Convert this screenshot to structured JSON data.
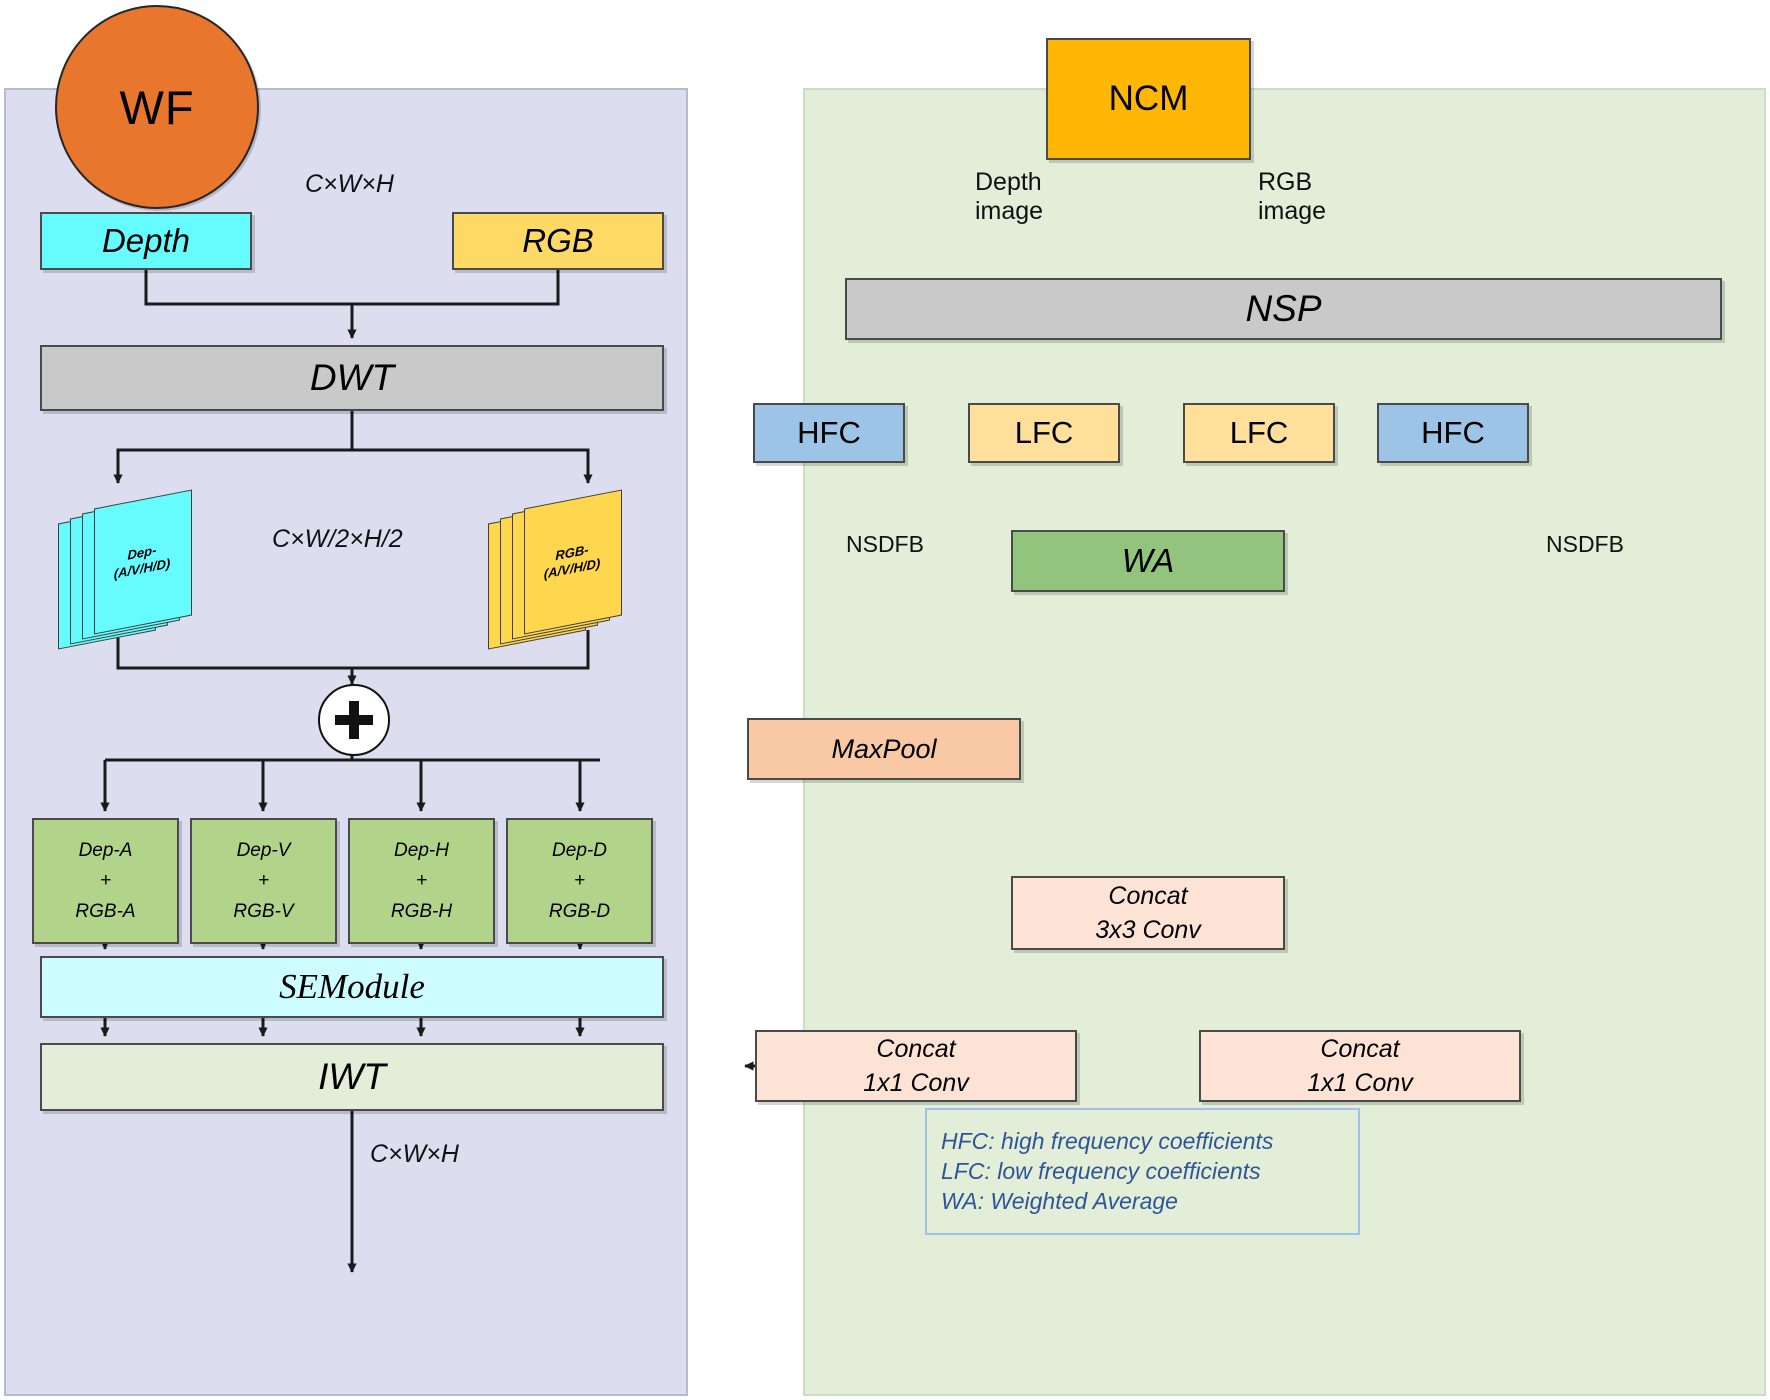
{
  "diagram": {
    "title": "WF and NCM module architecture",
    "colors": {
      "wf_panel_bg": "#dcdef0",
      "ncm_panel_bg": "#e2eed8",
      "wf_badge": "#e8762c",
      "ncm_badge": "#ffb703",
      "depth": "#66fcff",
      "rgb": "#ffd966",
      "transform": "#c9c9c9",
      "fusion_green": "#b2d48a",
      "semodule": "#ccfcff",
      "iwt": "#e2eed8",
      "hfc": "#9dc3e6",
      "lfc": "#ffe09a",
      "wa": "#93c47d",
      "maxpool": "#f8c9a4",
      "concat": "#fce3d5",
      "legend_text": "#2f5597",
      "stroke": "#222222"
    }
  },
  "wf_panel": {
    "badge_label": "WF",
    "input_dims_label": "C×W×H",
    "depth_label": "Depth",
    "rgb_label": "RGB",
    "dwt_label": "DWT",
    "half_dims_label": "C×W/2×H/2",
    "stack_depth": {
      "line1": "Dep-",
      "line2": "(A/V/H/D)"
    },
    "stack_rgb": {
      "line1": "RGB-",
      "line2": "(A/V/H/D)"
    },
    "sum_symbol": "+",
    "fusion_cells": [
      {
        "top": "Dep-A",
        "mid": "+",
        "bot": "RGB-A"
      },
      {
        "top": "Dep-V",
        "mid": "+",
        "bot": "RGB-V"
      },
      {
        "top": "Dep-H",
        "mid": "+",
        "bot": "RGB-H"
      },
      {
        "top": "Dep-D",
        "mid": "+",
        "bot": "RGB-D"
      }
    ],
    "semodule_label": "SEModule",
    "iwt_label": "IWT",
    "output_dims_label": "C×W×H"
  },
  "ncm_panel": {
    "badge_label": "NCM",
    "depth_input_label": "Depth\nimage",
    "rgb_input_label": "RGB\nimage",
    "nsp_label": "NSP",
    "coeff_boxes": [
      {
        "label": "HFC",
        "kind": "high",
        "side": "left"
      },
      {
        "label": "LFC",
        "kind": "low",
        "side": "left"
      },
      {
        "label": "LFC",
        "kind": "low",
        "side": "right"
      },
      {
        "label": "HFC",
        "kind": "high",
        "side": "right"
      }
    ],
    "nsdfb_left_label": "NSDFB",
    "nsdfb_right_label": "NSDFB",
    "wa_label": "WA",
    "maxpool_label": "MaxPool",
    "concat_3x3": {
      "line1": "Concat",
      "line2": "3x3 Conv"
    },
    "concat_1x1_left": {
      "line1": "Concat",
      "line2": "1x1 Conv"
    },
    "concat_1x1_right": {
      "line1": "Concat",
      "line2": "1x1 Conv"
    },
    "legend": [
      "HFC: high frequency coefficients",
      "LFC: low frequency coefficients",
      "WA: Weighted Average"
    ]
  }
}
